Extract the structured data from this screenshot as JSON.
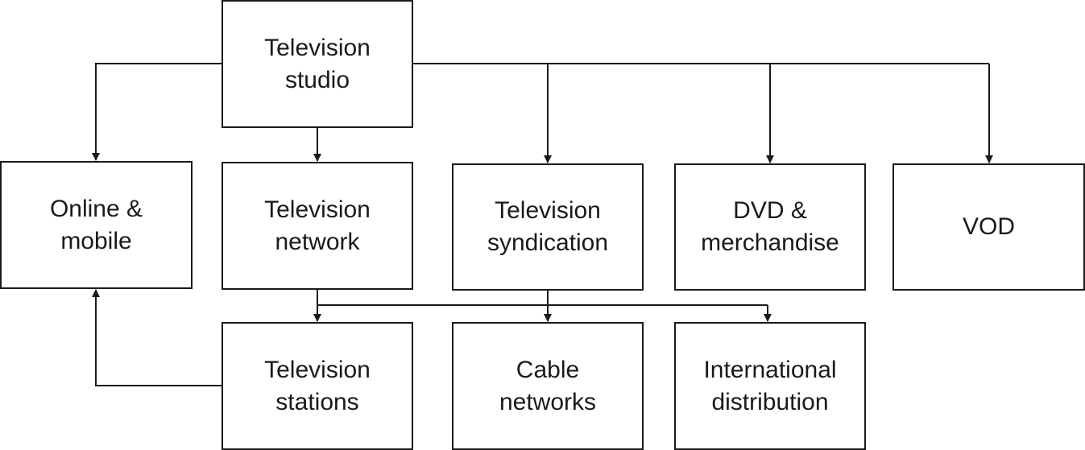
{
  "diagram": {
    "nodes": {
      "studio": {
        "line1": "Television",
        "line2": "studio"
      },
      "online": {
        "line1": "Online &",
        "line2": "mobile"
      },
      "network": {
        "line1": "Television",
        "line2": "network"
      },
      "synd": {
        "line1": "Television",
        "line2": "syndication"
      },
      "dvd": {
        "line1": "DVD &",
        "line2": "merchandise"
      },
      "vod": {
        "line1": "VOD"
      },
      "stations": {
        "line1": "Television",
        "line2": "stations"
      },
      "cable": {
        "line1": "Cable",
        "line2": "networks"
      },
      "intl": {
        "line1": "International",
        "line2": "distribution"
      }
    },
    "edges": [
      {
        "from": "studio",
        "to": "online"
      },
      {
        "from": "studio",
        "to": "network"
      },
      {
        "from": "studio",
        "to": "synd"
      },
      {
        "from": "studio",
        "to": "dvd"
      },
      {
        "from": "studio",
        "to": "vod"
      },
      {
        "from": "network",
        "to": "stations"
      },
      {
        "from": "network",
        "to": "cable"
      },
      {
        "from": "network",
        "to": "intl"
      },
      {
        "from": "stations",
        "to": "online"
      }
    ],
    "colors": {
      "stroke": "#1a1a1a",
      "background": "#ffffff"
    }
  }
}
